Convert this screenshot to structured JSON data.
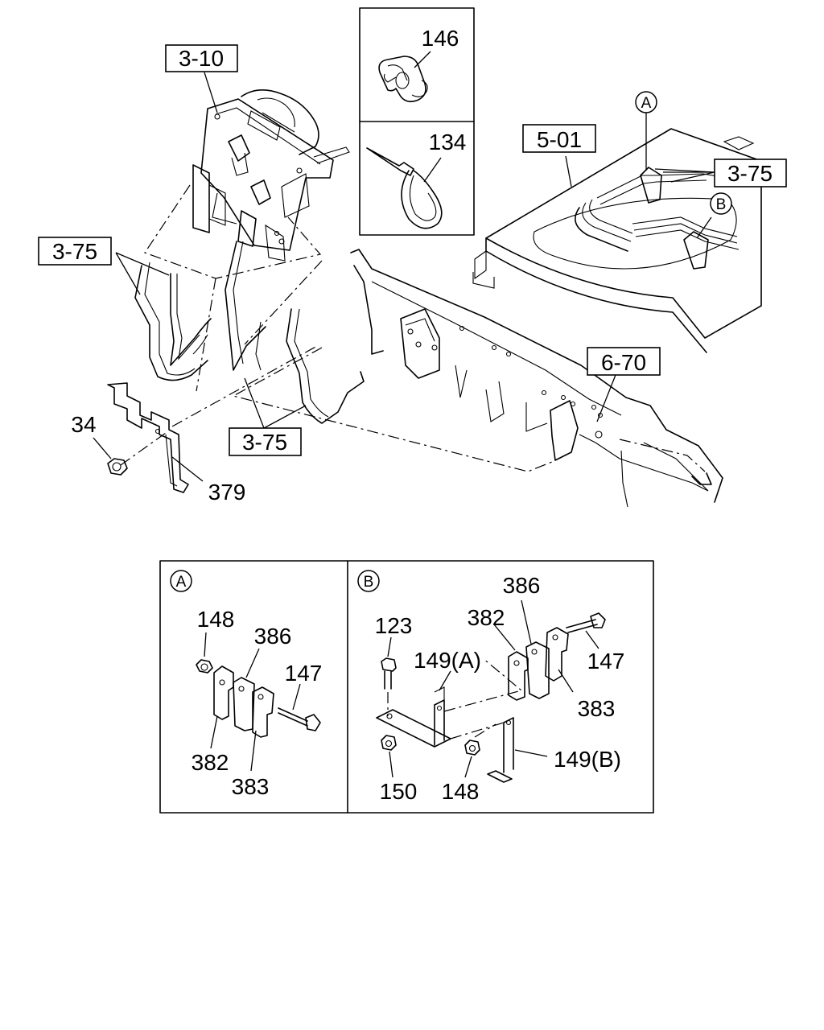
{
  "refs": {
    "r3_10": "3-10",
    "r3_75_right": "3-75",
    "r3_75_left": "3-75",
    "r3_75_bottom": "3-75",
    "r5_01": "5-01",
    "r6_70": "6-70"
  },
  "parts": {
    "p146": "146",
    "p134": "134",
    "p34": "34",
    "p379": "379",
    "a_148": "148",
    "a_386": "386",
    "a_147": "147",
    "a_382": "382",
    "a_383": "383",
    "b_123": "123",
    "b_382": "382",
    "b_386": "386",
    "b_147": "147",
    "b_149a": "149(A)",
    "b_383": "383",
    "b_149b": "149(B)",
    "b_150": "150",
    "b_148": "148"
  },
  "callouts": {
    "a_top": "A",
    "b_top": "B",
    "a_detail": "A",
    "b_detail": "B"
  }
}
